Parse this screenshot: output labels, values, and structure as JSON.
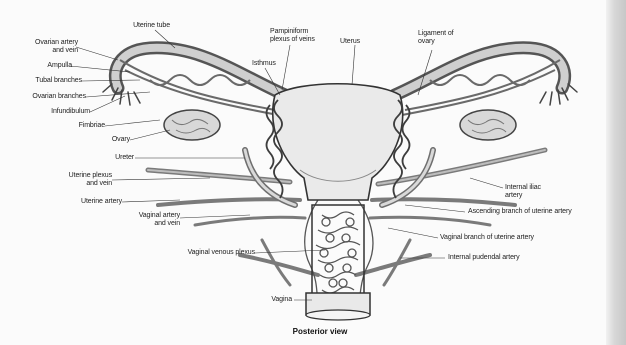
{
  "caption": "Posterior view",
  "labels": {
    "uterine_tube": "Uterine tube",
    "ovarian_artery_vein": "Ovarian artery\nand vein",
    "ampulla": "Ampulla",
    "tubal_branches": "Tubal branches",
    "ovarian_branches": "Ovarian branches",
    "infundibulum": "Infundibulum",
    "fimbriae": "Fimbriae",
    "ovary": "Ovary",
    "ureter": "Ureter",
    "uterine_plexus": "Uterine plexus\nand vein",
    "uterine_artery": "Uterine artery",
    "vaginal_artery_vein": "Vaginal artery\nand vein",
    "vaginal_venous_plexus": "Vaginal venous plexus",
    "vagina": "Vagina",
    "pampiniform_plexus": "Pampiniform\nplexus of veins",
    "isthmus": "Isthmus",
    "uterus": "Uterus",
    "ligament_ovary": "Ligament of\novary",
    "internal_iliac": "Internal iliac\nartery",
    "ascending_branch": "Ascending branch of uterine artery",
    "vaginal_branch": "Vaginal branch of uterine artery",
    "internal_pudendal": "Internal pudendal artery"
  }
}
